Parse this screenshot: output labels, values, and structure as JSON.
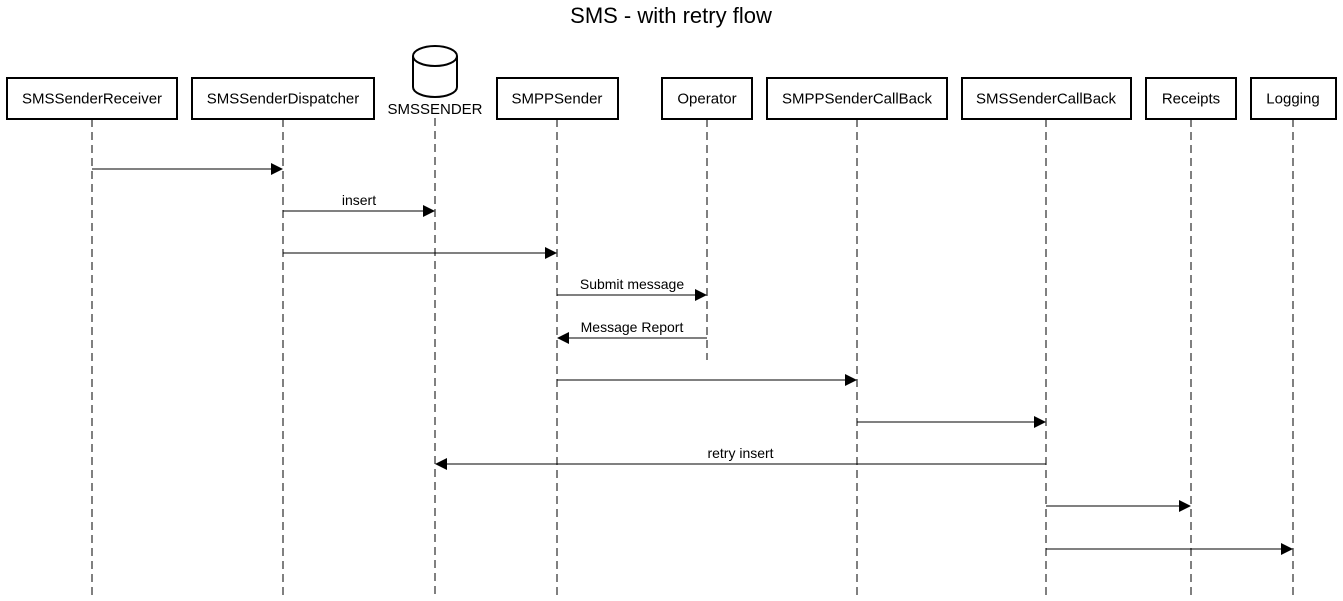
{
  "diagram": {
    "title": "SMS - with retry flow",
    "participants": [
      {
        "id": "receiver",
        "label": "SMSSenderReceiver",
        "kind": "box"
      },
      {
        "id": "dispatcher",
        "label": "SMSSenderDispatcher",
        "kind": "box"
      },
      {
        "id": "db",
        "label": "SMSSENDER",
        "kind": "database"
      },
      {
        "id": "smpp",
        "label": "SMPPSender",
        "kind": "box"
      },
      {
        "id": "operator",
        "label": "Operator",
        "kind": "box"
      },
      {
        "id": "smppcb",
        "label": "SMPPSenderCallBack",
        "kind": "box"
      },
      {
        "id": "smscb",
        "label": "SMSSenderCallBack",
        "kind": "box"
      },
      {
        "id": "receipts",
        "label": "Receipts",
        "kind": "box"
      },
      {
        "id": "logging",
        "label": "Logging",
        "kind": "box"
      }
    ],
    "messages": [
      {
        "from": "receiver",
        "to": "dispatcher",
        "label": ""
      },
      {
        "from": "dispatcher",
        "to": "db",
        "label": "insert"
      },
      {
        "from": "dispatcher",
        "to": "smpp",
        "label": ""
      },
      {
        "from": "smpp",
        "to": "operator",
        "label": "Submit message"
      },
      {
        "from": "operator",
        "to": "smpp",
        "label": "Message Report"
      },
      {
        "from": "smpp",
        "to": "smppcb",
        "label": ""
      },
      {
        "from": "smppcb",
        "to": "smscb",
        "label": ""
      },
      {
        "from": "smscb",
        "to": "db",
        "label": "retry insert"
      },
      {
        "from": "smscb",
        "to": "receipts",
        "label": ""
      },
      {
        "from": "smscb",
        "to": "logging",
        "label": ""
      }
    ]
  }
}
